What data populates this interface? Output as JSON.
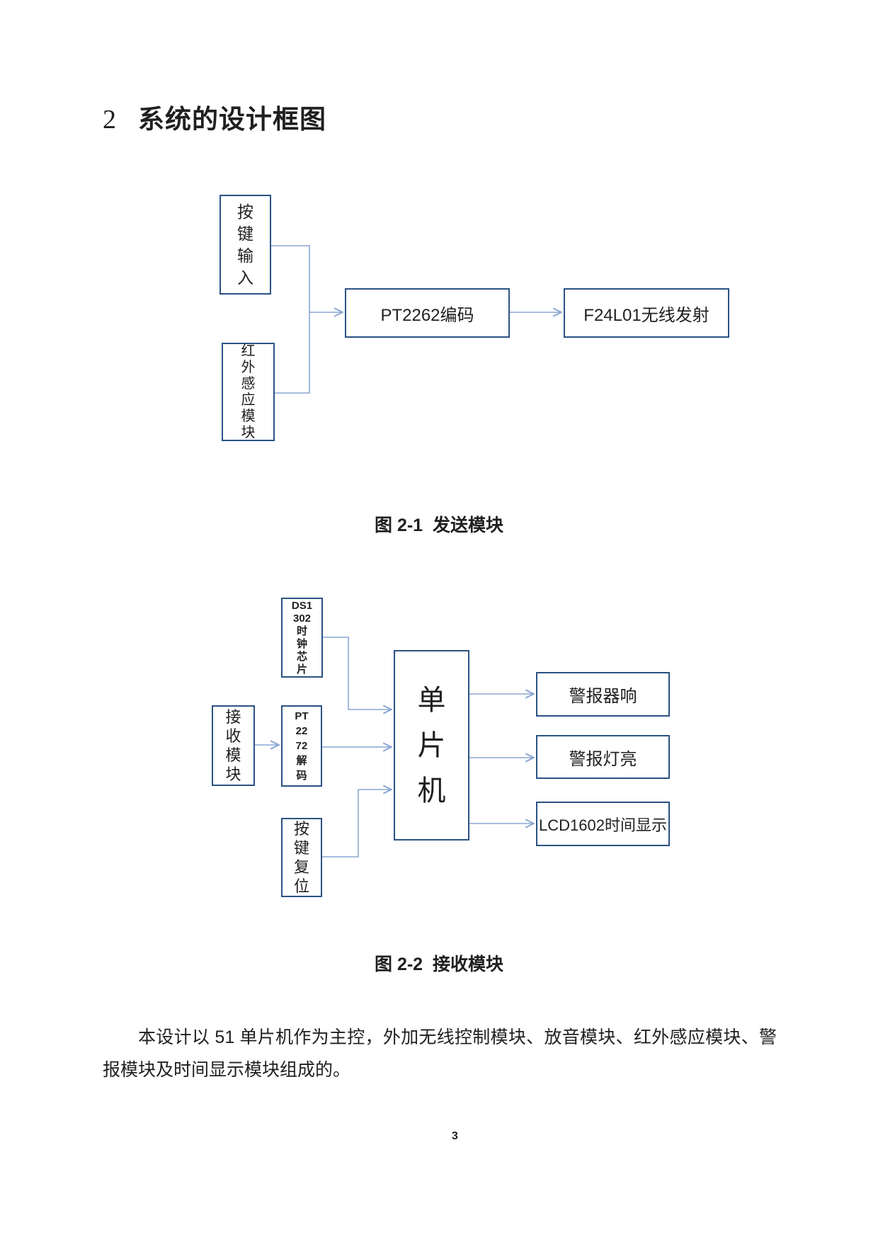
{
  "heading": {
    "number": "2",
    "title": "系统的设计框图"
  },
  "diagram1": {
    "caption": "图 2-1  发送模块",
    "boxes": {
      "key_input": "按\n键\n输\n入",
      "ir_sensor": "红\n外\n感\n应\n模\n块",
      "pt2262": "PT2262编码",
      "f24l01": "F24L01无线发射"
    }
  },
  "diagram2": {
    "caption": "图 2-2  接收模块",
    "boxes": {
      "ds1302": "DS1\n302\n时\n钟\n芯\n片",
      "receiver": "接\n收\n模\n块",
      "pt2272": "PT\n22\n72\n解\n码",
      "key_reset": "按\n键\n复\n位",
      "mcu": "单\n片\n机",
      "alarm_sound": "警报器响",
      "alarm_light": "警报灯亮",
      "lcd_display": "LCD1602时间显示"
    }
  },
  "paragraph": "本设计以 51 单片机作为主控，外加无线控制模块、放音模块、红外感应模块、警报模块及时间显示模块组成的。",
  "page_number": "3",
  "colors": {
    "box_border": "#2b5284",
    "connector": "#8aa6d2",
    "text": "#1f1f1f"
  }
}
